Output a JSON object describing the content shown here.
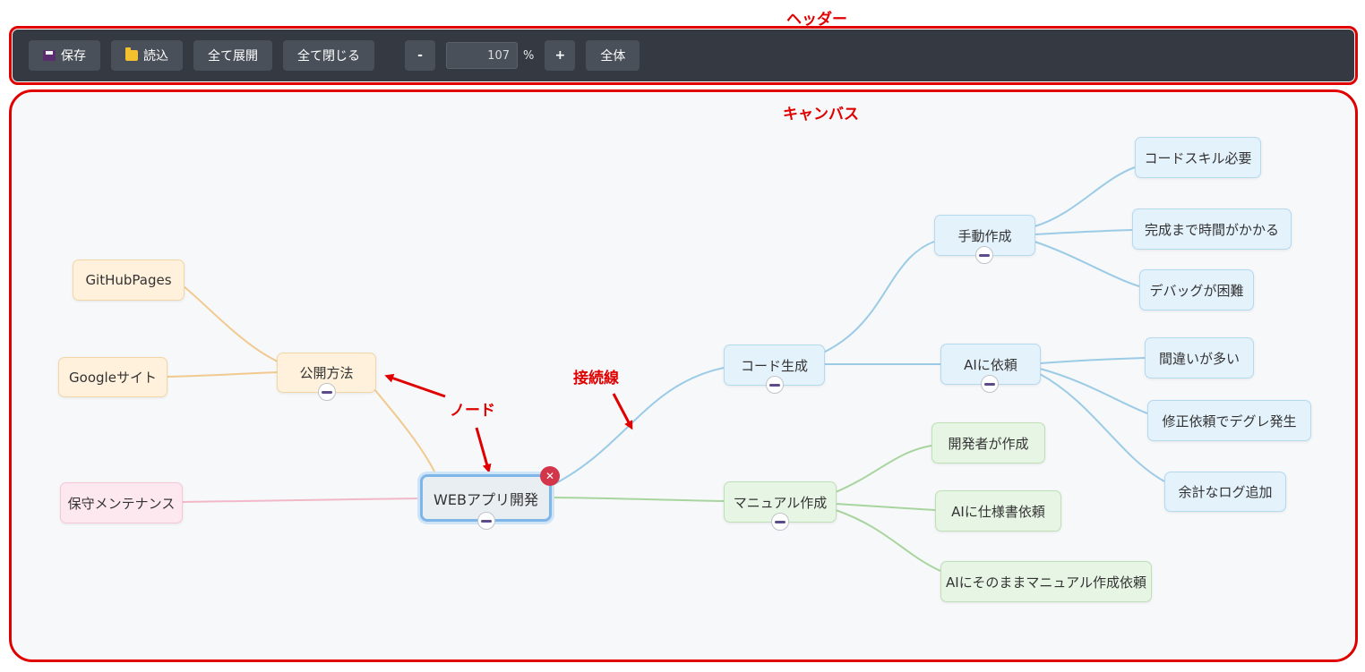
{
  "annotations": {
    "header_label": "ヘッダー",
    "canvas_label": "キャンバス",
    "node_label": "ノード",
    "edge_label": "接続線"
  },
  "toolbar": {
    "save_label": "保存",
    "load_label": "読込",
    "expand_all_label": "全て展開",
    "collapse_all_label": "全て閉じる",
    "zoom_out_label": "-",
    "zoom_value": "107",
    "zoom_unit": "%",
    "zoom_in_label": "+",
    "fit_label": "全体"
  },
  "colors": {
    "orange_branch": "#f2c98f",
    "blue_branch": "#9ccbe6",
    "green_branch": "#a8d49e",
    "pink_branch": "#f3b8c8",
    "accent_red": "#e00000"
  },
  "mindmap": {
    "root": "WEBアプリ開発",
    "nodes": {
      "publish_method": "公開方法",
      "github_pages": "GitHubPages",
      "google_sites": "Googleサイト",
      "maintenance": "保守メンテナンス",
      "code_generation": "コード生成",
      "manual_creation": "手動作成",
      "coding_skill": "コードスキル必要",
      "time_consuming": "完成まで時間がかかる",
      "debug_difficult": "デバッグが困難",
      "ai_request": "AIに依頼",
      "many_mistakes": "間違いが多い",
      "fix_regression": "修正依頼でデグレ発生",
      "extra_logs": "余計なログ追加",
      "manual_doc": "マニュアル作成",
      "developer_creates": "開発者が作成",
      "ai_spec_request": "AIに仕様書依頼",
      "ai_manual_request": "AIにそのままマニュアル作成依頼"
    }
  }
}
